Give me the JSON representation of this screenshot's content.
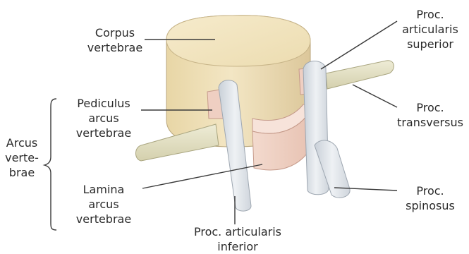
{
  "labels": {
    "corpus": "Corpus\nvertebrae",
    "pediculus": "Pediculus\narcus\nvertebrae",
    "lamina": "Lamina\narcus\nvertebrae",
    "arcus": "Arcus\nverte-\nbrae",
    "proc_art_sup": "Proc.\narticularis\nsuperior",
    "proc_transversus": "Proc.\ntransversus",
    "proc_spinosus": "Proc.\nspinosus",
    "proc_art_inf": "Proc. articularis\ninferior"
  },
  "colors": {
    "body": "#f0e3bf",
    "body_shade": "#dcc99b",
    "transverse": "#e2dfc1",
    "lamina": "#efcfc2",
    "lamina_light": "#f7e3da",
    "articular": "#d7dde3",
    "articular_light": "#eef1f4",
    "line": "#3a3a3a"
  }
}
